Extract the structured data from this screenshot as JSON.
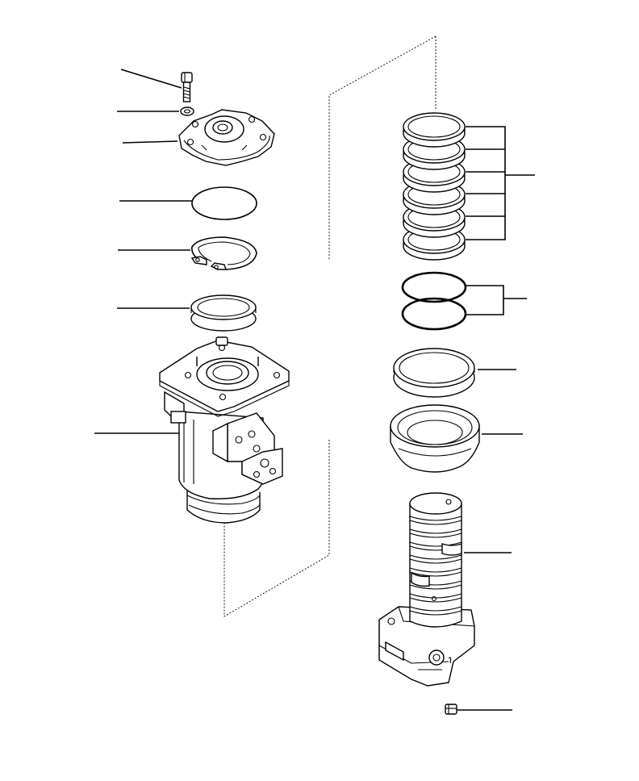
{
  "diagram": {
    "type": "exploded parts diagram",
    "colors": {
      "ink": "#000000",
      "background": "#ffffff"
    },
    "parts": [
      {
        "id": "bolt",
        "icon": "bolt-icon"
      },
      {
        "id": "washer",
        "icon": "washer-icon"
      },
      {
        "id": "cover",
        "icon": "cover-plate-icon"
      },
      {
        "id": "o-ring-large",
        "icon": "o-ring-icon"
      },
      {
        "id": "snap-ring",
        "icon": "snap-ring-icon"
      },
      {
        "id": "ring-seal",
        "icon": "ring-seal-icon"
      },
      {
        "id": "body",
        "icon": "swivel-body-icon"
      },
      {
        "id": "seal-stack",
        "icon": "seal-ring-stack-icon",
        "count": 6
      },
      {
        "id": "o-ring-pair",
        "icon": "o-ring-icon",
        "count": 2
      },
      {
        "id": "backup-ring",
        "icon": "backup-ring-icon"
      },
      {
        "id": "dust-seal",
        "icon": "dust-seal-icon"
      },
      {
        "id": "shaft",
        "icon": "rotor-shaft-icon"
      },
      {
        "id": "plug",
        "icon": "plug-icon"
      }
    ]
  }
}
